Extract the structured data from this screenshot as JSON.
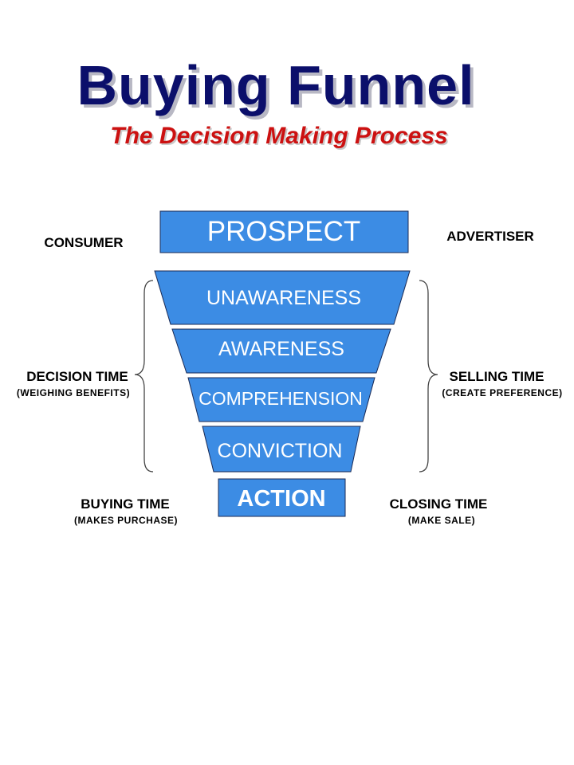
{
  "title": "Buying Funnel",
  "subtitle": "The Decision Making Process",
  "colors": {
    "title": "#0b0f6b",
    "subtitle": "#cc1111",
    "funnel_fill": "#3c8ce4",
    "funnel_text": "#ffffff",
    "stroke": "#1a2a55"
  },
  "stages": {
    "top": "PROSPECT",
    "funnel": [
      "UNAWARENESS",
      "AWARENESS",
      "COMPREHENSION",
      "CONVICTION"
    ],
    "bottom": "ACTION"
  },
  "left": {
    "header": "CONSUMER",
    "middle": "DECISION TIME",
    "middle_sub": "(WEIGHING BENEFITS)",
    "bottom": "BUYING TIME",
    "bottom_sub": "(MAKES PURCHASE)"
  },
  "right": {
    "header": "ADVERTISER",
    "middle": "SELLING TIME",
    "middle_sub": "(CREATE PREFERENCE)",
    "bottom": "CLOSING TIME",
    "bottom_sub": "(MAKE SALE)"
  }
}
